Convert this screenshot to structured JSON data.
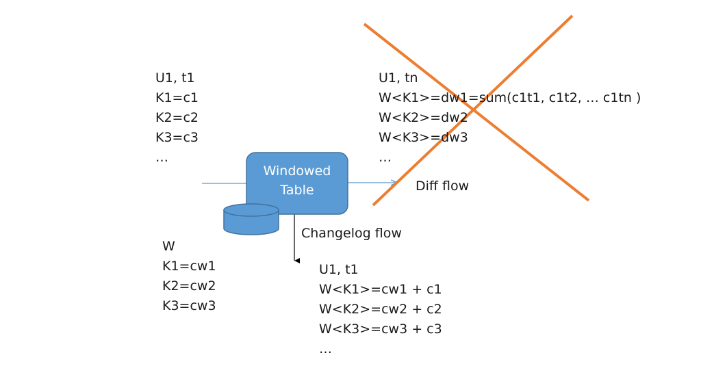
{
  "input_block": {
    "lines": [
      "U1, t1",
      "K1=c1",
      "K2=c2",
      "K3=c3",
      "…"
    ]
  },
  "diff_block": {
    "lines": [
      "U1, tn",
      "W<K1>=dw1=sum(c1t1, c1t2, … c1tn )",
      "W<K2>=dw2",
      "W<K3>=dw3",
      "…"
    ]
  },
  "state_block": {
    "lines": [
      "W",
      "K1=cw1",
      "K2=cw2",
      "K3=cw3"
    ]
  },
  "output_block": {
    "lines": [
      "U1, t1",
      "W<K1>=cw1 + c1",
      "W<K2>=cw2 + c2",
      "W<K3>=cw3 + c3",
      "…"
    ]
  },
  "node": {
    "lines": [
      "Windowed",
      "Table"
    ]
  },
  "labels": {
    "diff_flow": "Diff flow",
    "changelog_flow": "Changelog flow"
  },
  "colors": {
    "node_fill": "#5b9bd5",
    "node_stroke": "#41719c",
    "flow_line": "#5b9bd5",
    "cross": "#ed7d31",
    "arrow_black": "#000000"
  },
  "icons": {
    "storage": "database-cylinder-icon",
    "rejected": "cross-out-icon"
  }
}
